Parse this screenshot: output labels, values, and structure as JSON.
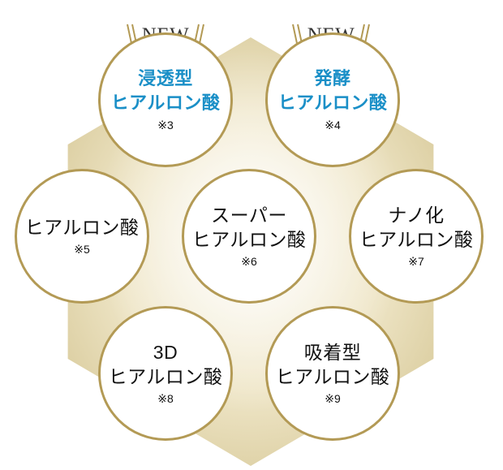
{
  "badges": {
    "left": "NEW",
    "right": "NEW"
  },
  "circles": {
    "top_left": {
      "line1": "浸透型",
      "line2": "ヒアルロン酸",
      "note": "※3"
    },
    "top_right": {
      "line1": "発酵",
      "line2": "ヒアルロン酸",
      "note": "※4"
    },
    "mid_left": {
      "line1": "ヒアルロン酸",
      "note": "※5"
    },
    "center": {
      "line1": "スーパー",
      "line2": "ヒアルロン酸",
      "note": "※6"
    },
    "mid_right": {
      "line1": "ナノ化",
      "line2": "ヒアルロン酸",
      "note": "※7"
    },
    "bottom_left": {
      "line1": "3D",
      "line2": "ヒアルロン酸",
      "note": "※8"
    },
    "bottom_right": {
      "line1": "吸着型",
      "line2": "ヒアルロン酸",
      "note": "※9"
    }
  },
  "colors": {
    "accent_blue": "#1a8fc7",
    "gold": "#b39a55"
  }
}
